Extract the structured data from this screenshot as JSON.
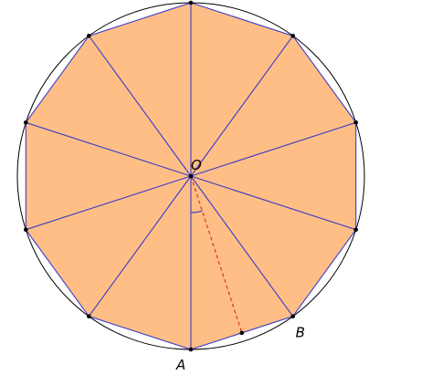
{
  "labels": {
    "center": "O",
    "vertex_a": "A",
    "point_b": "B"
  },
  "polygon": {
    "sides": 10
  },
  "colors": {
    "fill": "#FFBE85",
    "edge": "#3B3BC9",
    "circle": "#000000",
    "dashed": "#D9381E",
    "angle_arc": "#3B3BC9",
    "point": "#000000"
  },
  "icons": {
    "circle": "circumscribed-circle",
    "polygon": "regular-decagon",
    "dashed_segment": "apothem-dashed-line",
    "angle_arc": "central-half-angle-arc"
  }
}
